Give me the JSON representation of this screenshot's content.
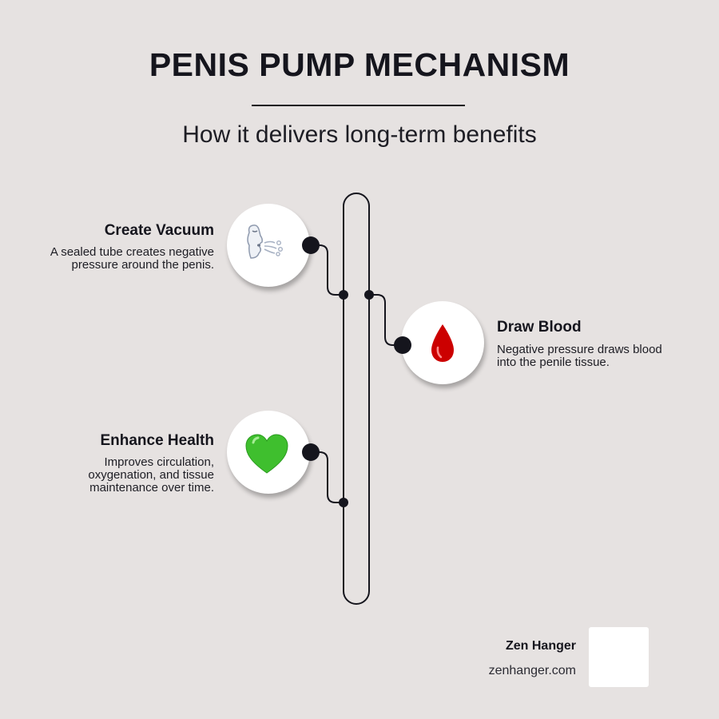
{
  "header": {
    "title": "PENIS PUMP MECHANISM",
    "subtitle": "How it delivers long-term benefits"
  },
  "steps": [
    {
      "title": "Create Vacuum",
      "description": "A sealed tube creates negative pressure around the penis.",
      "icon": "blowing-face-icon",
      "side": "left"
    },
    {
      "title": "Draw Blood",
      "description": "Negative pressure draws blood into the penile tissue.",
      "icon": "blood-drop-icon",
      "side": "right",
      "accent": "#cc0000"
    },
    {
      "title": "Enhance Health",
      "description": "Improves circulation, oxygenation, and tissue maintenance over time.",
      "icon": "green-heart-icon",
      "side": "left",
      "accent": "#3fbf2e"
    }
  ],
  "brand": {
    "name": "Zen Hanger",
    "url": "zenhanger.com"
  },
  "colors": {
    "background": "#e6e2e1",
    "text": "#15151d",
    "line": "#15151d"
  }
}
